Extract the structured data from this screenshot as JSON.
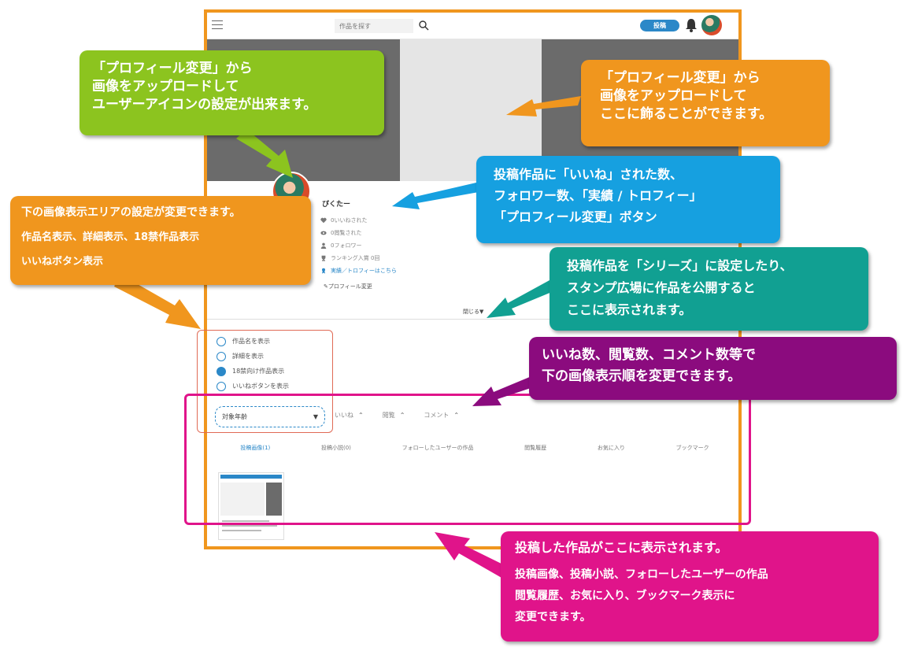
{
  "app": {
    "search": {
      "placeholder": "作品を探す"
    },
    "post_label": "投稿",
    "profile": {
      "name": "ぴくたー",
      "stats": [
        {
          "icon": "heart-icon",
          "label": "0いいねされた"
        },
        {
          "icon": "eye-icon",
          "label": "0閲覧された"
        },
        {
          "icon": "user-icon",
          "label": "0フォロワー"
        },
        {
          "icon": "trophy-icon",
          "label": "ランキング入賞 0回"
        },
        {
          "icon": "ribbon-icon",
          "label": "実績／トロフィーはこちら"
        }
      ],
      "edit_label": "プロフィール変更",
      "toggle_label": "閉じる▼"
    },
    "display_options": [
      {
        "label": "作品名を表示",
        "checked": false
      },
      {
        "label": "詳細を表示",
        "checked": false
      },
      {
        "label": "18禁向け作品表示",
        "checked": true
      },
      {
        "label": "いいねボタンを表示",
        "checked": false
      }
    ],
    "select": {
      "value": "対象年齢"
    },
    "sort": [
      {
        "label": "いいね"
      },
      {
        "label": "閲覧"
      },
      {
        "label": "コメント"
      }
    ],
    "tabs": [
      {
        "label": "投稿画像(1)",
        "active": true
      },
      {
        "label": "投稿小説(0)",
        "active": false
      },
      {
        "label": "フォローしたユーザーの作品",
        "active": false
      },
      {
        "label": "閲覧履歴",
        "active": false
      },
      {
        "label": "お気に入り",
        "active": false
      },
      {
        "label": "ブックマーク",
        "active": false
      }
    ]
  },
  "callouts": {
    "green": [
      "「プロフィール変更」から",
      "画像をアップロードして",
      "ユーザーアイコンの設定が出来ます。"
    ],
    "orange_top": [
      "「プロフィール変更」から",
      "画像をアップロードして",
      "ここに飾ることができます。"
    ],
    "blue": [
      "投稿作品に「いいね」された数、",
      "フォロワー数、「実績 / トロフィー」",
      "「プロフィール変更」ボタン"
    ],
    "orange_left": [
      "下の画像表示エリアの設定が変更できます。",
      "作品名表示、詳細表示、18禁作品表示",
      "いいねボタン表示"
    ],
    "teal": [
      "投稿作品を「シリーズ」に設定したり、",
      "スタンプ広場に作品を公開すると",
      "ここに表示されます。"
    ],
    "purple": [
      "いいね数、閲覧数、コメント数等で",
      "下の画像表示順を変更できます。"
    ],
    "magenta_head": "投稿した作品がここに表示されます。",
    "magenta": [
      "投稿画像、投稿小説、フォローしたユーザーの作品",
      "閲覧履歴、お気に入り、ブックマーク表示に",
      "変更できます。"
    ]
  },
  "colors": {
    "frame": "#f0961e",
    "accent": "#2b88c8",
    "green": "#8cc41f",
    "orange": "#f0961e",
    "blue": "#16a0e0",
    "teal": "#11a092",
    "purple": "#8b0b7e",
    "magenta": "#e0148a"
  }
}
